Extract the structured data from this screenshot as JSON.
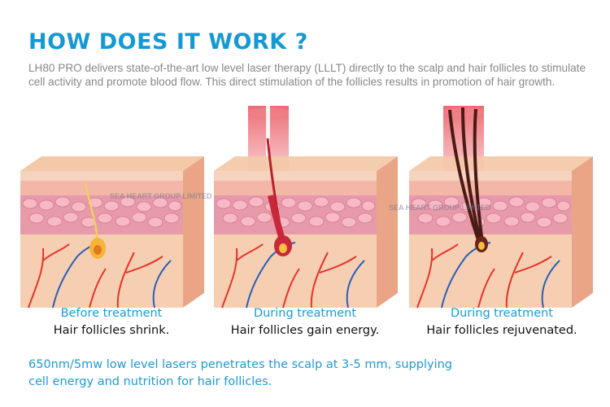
{
  "header": {
    "title": "HOW DOES IT WORK ?",
    "intro": "LH80 PRO delivers state-of-the-art low level laser therapy (LLLT) directly to the scalp and hair follicles to stimulate cell activity and promote blood flow. This direct stimulation of the follicles results in promotion of hair growth."
  },
  "panels": [
    {
      "stage": "Before treatment",
      "effect": "Hair follicles shrink."
    },
    {
      "stage": "During treatment",
      "effect": "Hair follicles gain energy."
    },
    {
      "stage": "During treatment",
      "effect": "Hair follicles rejuvenated."
    }
  ],
  "footer": {
    "text": "650nm/5mw low level lasers penetrates the scalp at 3-5 mm, supplying cell energy and nutrition for hair follicles."
  },
  "watermark": {
    "company": "SEA HEART GROUP LIMITED",
    "company_short": "SEA HEART GROUP LIMITED"
  },
  "colors": {
    "title": "#1599d4",
    "caption": "#1d9ad6",
    "laser": "#e8505a",
    "epidermis": "#f6d3bf",
    "dermis": "#e79aa9",
    "artery": "#e8322a",
    "vein": "#2a5fb8"
  }
}
